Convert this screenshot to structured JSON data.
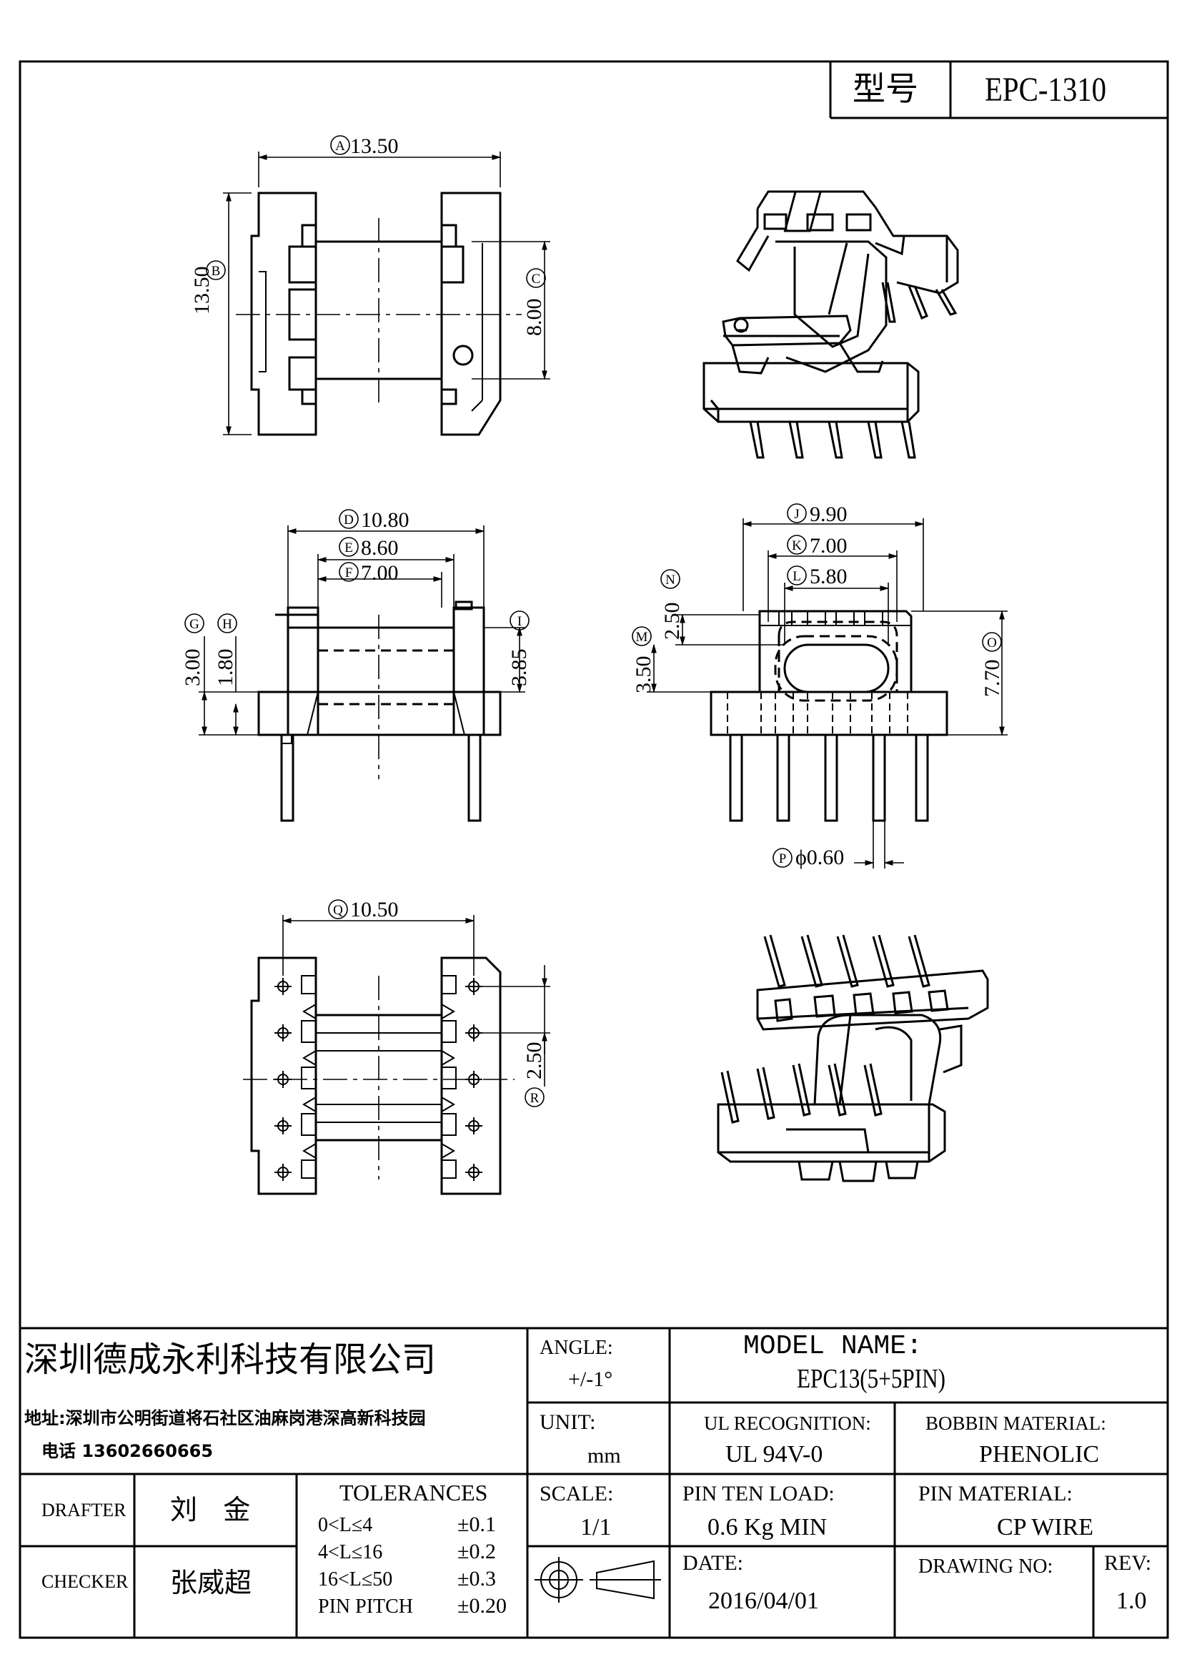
{
  "header": {
    "type_label": "型号",
    "model": "EPC-1310"
  },
  "dimensions": {
    "A": {
      "marker": "A",
      "value": "13.50"
    },
    "B": {
      "marker": "B",
      "value": "13.50"
    },
    "C": {
      "marker": "C",
      "value": "8.00"
    },
    "D": {
      "marker": "D",
      "value": "10.80"
    },
    "E": {
      "marker": "E",
      "value": "8.60"
    },
    "F": {
      "marker": "F",
      "value": "7.00"
    },
    "G": {
      "marker": "G",
      "value": "3.00"
    },
    "H": {
      "marker": "H",
      "value": "1.80"
    },
    "I": {
      "marker": "I",
      "value": "3.85"
    },
    "J": {
      "marker": "J",
      "value": "9.90"
    },
    "K": {
      "marker": "K",
      "value": "7.00"
    },
    "L": {
      "marker": "L",
      "value": "5.80"
    },
    "M": {
      "marker": "M",
      "value": "3.50"
    },
    "N": {
      "marker": "N",
      "value": "2.50"
    },
    "O": {
      "marker": "O",
      "value": "7.70"
    },
    "P": {
      "marker": "P",
      "value": "ϕ0.60"
    },
    "Q": {
      "marker": "Q",
      "value": "10.50"
    },
    "R": {
      "marker": "R",
      "value": "2.50"
    }
  },
  "title_block": {
    "company": "深圳德成永利科技有限公司",
    "address": "地址:深圳市公明街道将石社区油麻岗港深高新科技园",
    "phone": "电话 13602660665",
    "angle_label": "ANGLE:",
    "angle_value": "+/-1°",
    "model_name_label": "MODEL NAME:",
    "model_name_value": "EPC13(5+5PIN)",
    "unit_label": "UNIT:",
    "unit_value": "mm",
    "ul_label": "UL RECOGNITION:",
    "ul_value": "UL 94V-0",
    "bobbin_label": "BOBBIN MATERIAL:",
    "bobbin_value": "PHENOLIC",
    "drafter_label": "DRAFTER",
    "drafter_value": "刘   金",
    "checker_label": "CHECKER",
    "checker_value": "张威超",
    "tolerances_label": "TOLERANCES",
    "tolerances": [
      {
        "range": "0<L≤4",
        "value": "±0.1"
      },
      {
        "range": "4<L≤16",
        "value": "±0.2"
      },
      {
        "range": "16<L≤50",
        "value": "±0.3"
      },
      {
        "range": "PIN PITCH",
        "value": "±0.20"
      }
    ],
    "scale_label": "SCALE:",
    "scale_value": "1/1",
    "pin_load_label": "PIN TEN LOAD:",
    "pin_load_value": "0.6 Kg MIN",
    "pin_material_label": "PIN MATERIAL:",
    "pin_material_value": "CP WIRE",
    "date_label": "DATE:",
    "date_value": "2016/04/01",
    "drawing_no_label": "DRAWING NO:",
    "rev_label": "REV:",
    "rev_value": "1.0"
  }
}
